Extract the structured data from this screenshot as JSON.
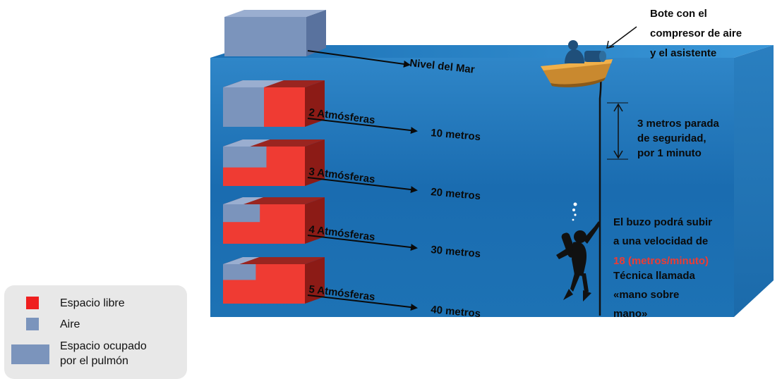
{
  "diagram": {
    "sea_level_label": "Nivel del Mar",
    "boat_label_lines": [
      "Bote con el",
      "compresor de aire",
      "y el asistente"
    ],
    "safety_stop_lines": [
      "3 metros parada",
      "de seguridad,",
      "por 1 minuto"
    ],
    "ascent": {
      "line1": "El buzo podrá subir",
      "line2": "a una velocidad de",
      "rate": "18 (metros/minuto)",
      "line4": "Técnica llamada",
      "line5": "«mano sobre",
      "line6": "mano»"
    },
    "levels": [
      {
        "atm": "2 Atmósferas",
        "depth": "10 metros",
        "air_fraction": 0.5
      },
      {
        "atm": "3 Atmósferas",
        "depth": "20 metros",
        "air_fraction": 0.33
      },
      {
        "atm": "4 Atmósferas",
        "depth": "30 metros",
        "air_fraction": 0.25
      },
      {
        "atm": "5 Atmósferas",
        "depth": "40 metros",
        "air_fraction": 0.2
      }
    ]
  },
  "legend": {
    "free_space": "Espacio libre",
    "air": "Aire",
    "lung_line1": "Espacio ocupado",
    "lung_line2": "por el pulmón"
  },
  "colors": {
    "water": "#1565a8",
    "water_top": "#2a8ad0",
    "air": "#7b94bc",
    "free_space": "#ef3b33",
    "free_space_dark": "#8c1b16",
    "rate_text": "#ef3b33"
  }
}
